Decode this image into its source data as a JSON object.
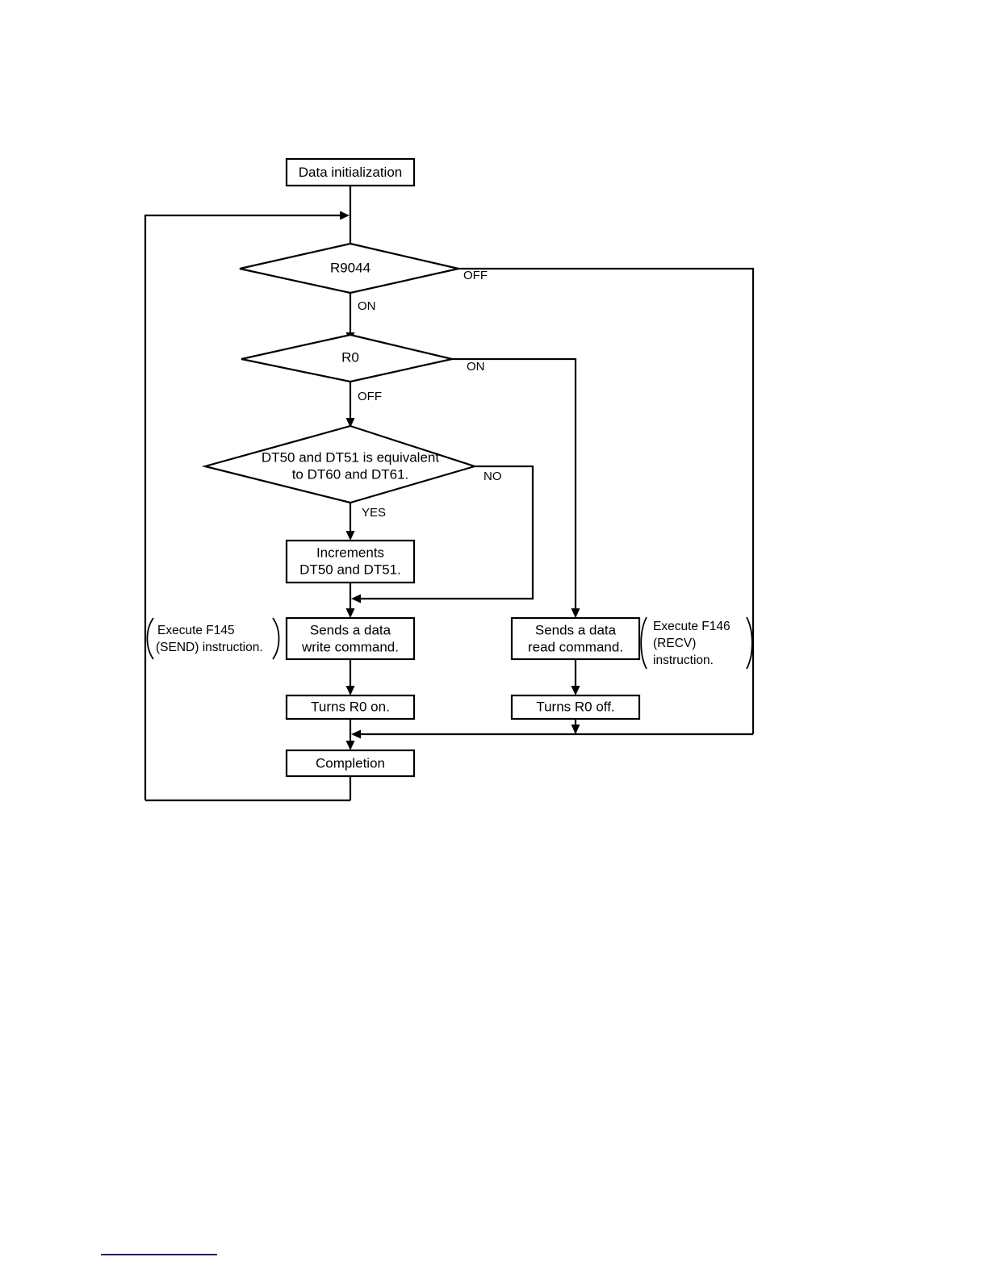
{
  "page": {
    "title": "Communication flowchart",
    "background": "#ffffff",
    "footer_rule_color": "#1a1a7a"
  },
  "diagram": {
    "type": "flowchart",
    "nodes": [
      {
        "id": "start",
        "shape": "process",
        "text_lines": [
          "Data initialization"
        ]
      },
      {
        "id": "r9044",
        "shape": "decision",
        "text_lines": [
          "R9044"
        ]
      },
      {
        "id": "r0",
        "shape": "decision",
        "text_lines": [
          "R0"
        ]
      },
      {
        "id": "dtcheck",
        "shape": "decision",
        "text_lines": [
          "DT50 and DT51 is equivalent",
          "to DT60 and DT61."
        ]
      },
      {
        "id": "increment",
        "shape": "process",
        "text_lines": [
          "Increments",
          "DT50 and DT51."
        ]
      },
      {
        "id": "writecmd",
        "shape": "process",
        "text_lines": [
          "Sends a data",
          "write command."
        ]
      },
      {
        "id": "readcmd",
        "shape": "process",
        "text_lines": [
          "Sends a data",
          "read command."
        ]
      },
      {
        "id": "r0on",
        "shape": "process",
        "text_lines": [
          "Turns R0 on."
        ]
      },
      {
        "id": "r0off",
        "shape": "process",
        "text_lines": [
          "Turns R0 off."
        ]
      },
      {
        "id": "completion",
        "shape": "process",
        "text_lines": [
          "Completion"
        ]
      }
    ],
    "edge_labels": {
      "r9044_off": "OFF",
      "r9044_on": "ON",
      "r0_on": "ON",
      "r0_off": "OFF",
      "dtcheck_no": "NO",
      "dtcheck_yes": "YES"
    },
    "annotations": [
      {
        "id": "send-annotation",
        "lines": [
          "Execute F145",
          "(SEND) instruction."
        ]
      },
      {
        "id": "recv-annotation",
        "lines": [
          "Execute F146",
          "(RECV)",
          "instruction."
        ]
      }
    ]
  }
}
